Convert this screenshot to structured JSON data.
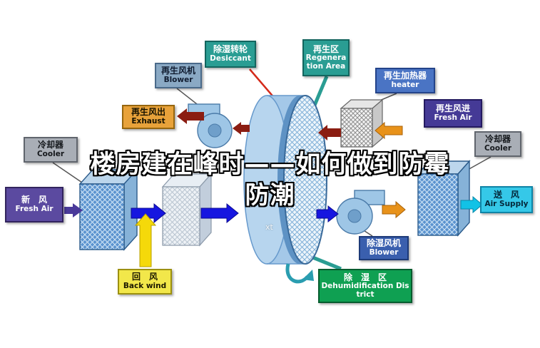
{
  "watermark": {
    "line1": "楼房建在峰时——如何做到防霉",
    "line2": "防潮",
    "small": "xt"
  },
  "labels": {
    "desiccant": {
      "zh": "除湿转轮",
      "en": "Desiccant"
    },
    "regen_area": {
      "zh": "再生区",
      "en": "Regeneration Area"
    },
    "regen_blower": {
      "zh": "再生风机",
      "en": "Blower"
    },
    "exhaust": {
      "zh": "再生风出",
      "en": "Exhaust"
    },
    "heater": {
      "zh": "再生加热器",
      "en": "heater"
    },
    "regen_fresh_air": {
      "zh": "再生风进",
      "en": "Fresh Air"
    },
    "cooler_left": {
      "zh": "冷却器",
      "en": "Cooler"
    },
    "cooler_right": {
      "zh": "冷却器",
      "en": "Cooler"
    },
    "fresh_air": {
      "zh": "新　风",
      "en": "Fresh Air"
    },
    "air_supply": {
      "zh": "送　风",
      "en": "Air Supply"
    },
    "back_wind": {
      "zh": "回　风",
      "en": "Back wind"
    },
    "dehumid_blower": {
      "zh": "除湿风机",
      "en": "Blower"
    },
    "dehumid_district": {
      "zh": "除　湿　区",
      "en": "Dehumidification District"
    }
  },
  "colors": {
    "teal_label": "#2a9d93",
    "green_label": "#0fa052",
    "purple_label": "#5b4aa0",
    "indigo_label": "#453a96",
    "blue_label": "#3a5fae",
    "cyan_label": "#35c8e8",
    "yellow_label": "#f2e74a",
    "orange_label": "#e8a23a",
    "gray_label": "#a9aeb6",
    "arrow_blue": "#1616e0",
    "arrow_yellow": "#f5d90a",
    "arrow_dark_red": "#8b1d12",
    "arrow_orange": "#e8921a",
    "arrow_cyan": "#12c2e6",
    "wheel_blue": "#a4c8e8"
  }
}
